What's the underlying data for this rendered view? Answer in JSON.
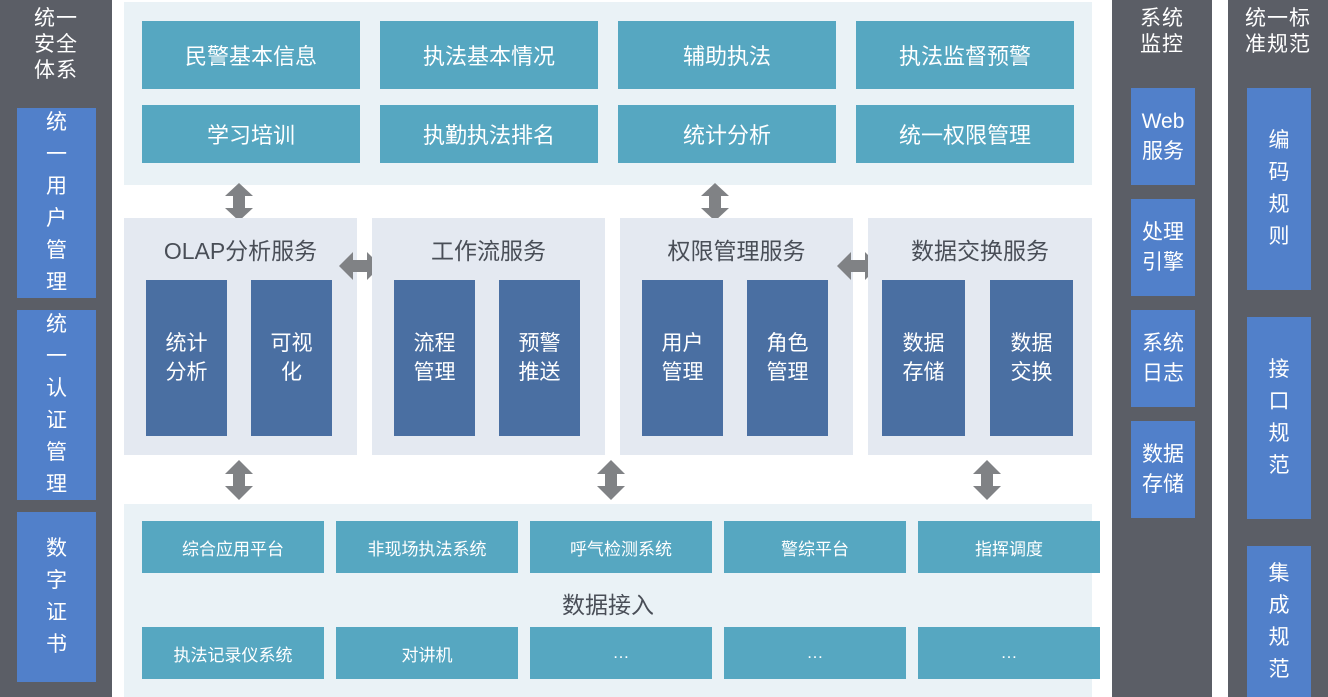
{
  "left_column": {
    "title": "统一安全体系",
    "items": [
      {
        "label": "统一用户管理"
      },
      {
        "label": "统一认证管理"
      },
      {
        "label": "数字证书"
      }
    ]
  },
  "application_layer": {
    "rows": [
      [
        {
          "label": "民警基本信息"
        },
        {
          "label": "执法基本情况"
        },
        {
          "label": "辅助执法"
        },
        {
          "label": "执法监督预警"
        }
      ],
      [
        {
          "label": "学习培训"
        },
        {
          "label": "执勤执法排名"
        },
        {
          "label": "统计分析"
        },
        {
          "label": "统一权限管理"
        }
      ]
    ]
  },
  "service_layer": {
    "panels": [
      {
        "title": "OLAP分析服务",
        "items": [
          {
            "label": "统计分析"
          },
          {
            "label": "可视化"
          }
        ]
      },
      {
        "title": "工作流服务",
        "items": [
          {
            "label": "流程管理"
          },
          {
            "label": "预警推送"
          }
        ]
      },
      {
        "title": "权限管理服务",
        "items": [
          {
            "label": "用户管理"
          },
          {
            "label": "角色管理"
          }
        ]
      },
      {
        "title": "数据交换服务",
        "items": [
          {
            "label": "数据存储"
          },
          {
            "label": "数据交换"
          }
        ]
      }
    ]
  },
  "data_layer": {
    "label": "数据接入",
    "row_top": [
      {
        "label": "综合应用平台"
      },
      {
        "label": "非现场执法系统"
      },
      {
        "label": "呼气检测系统"
      },
      {
        "label": "警综平台"
      },
      {
        "label": "指挥调度"
      }
    ],
    "row_bottom": [
      {
        "label": "执法记录仪系统"
      },
      {
        "label": "对讲机"
      },
      {
        "label": "…"
      },
      {
        "label": "…"
      },
      {
        "label": "…"
      }
    ]
  },
  "monitor_column": {
    "title": "系统监控",
    "items": [
      {
        "label": "Web服务"
      },
      {
        "label": "处理引擎"
      },
      {
        "label": "系统日志"
      },
      {
        "label": "数据存储"
      }
    ]
  },
  "standard_column": {
    "title": "统一标准规范",
    "items": [
      {
        "label": "编码规则"
      },
      {
        "label": "接口规范"
      },
      {
        "label": "集成规范"
      }
    ]
  },
  "colors": {
    "gray_column": "#5b5e66",
    "blue_box": "#5180ca",
    "teal_box": "#56a7c1",
    "panel_light": "#eaf2f6",
    "service_panel": "#e4e9f1",
    "service_item": "#4a6fa2",
    "arrow": "#808285"
  }
}
